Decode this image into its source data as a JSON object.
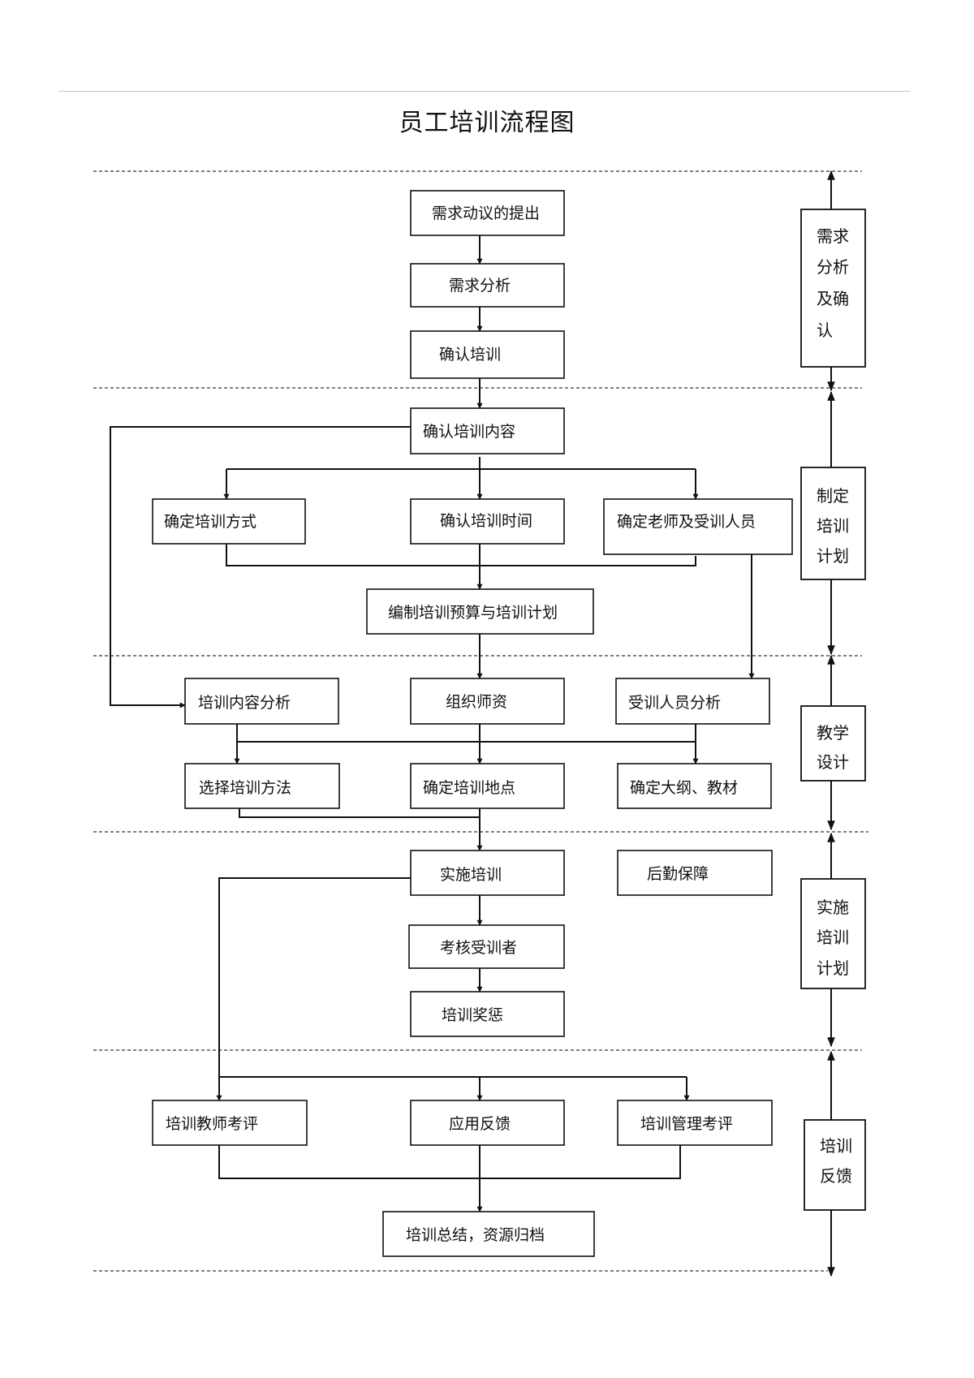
{
  "title": "员工培训流程图",
  "nodes": {
    "n1": "需求动议的提出",
    "n2": "需求分析",
    "n3": "确认培训",
    "n4": "确认培训内容",
    "n5": "确定培训方式",
    "n6": "确认培训时间",
    "n7": "确定老师及受训人员",
    "n8": "编制培训预算与培训计划",
    "n9": "培训内容分析",
    "n10": "组织师资",
    "n11": "受训人员分析",
    "n12": "选择培训方法",
    "n13": "确定培训地点",
    "n14": "确定大纲、教材",
    "n15": "实施培训",
    "n16": "后勤保障",
    "n17": "考核受训者",
    "n18": "培训奖惩",
    "n19": "培训教师考评",
    "n20": "应用反馈",
    "n21": "培训管理考评",
    "n22": "培训总结，资源归档"
  },
  "phases": {
    "p1": [
      "需求",
      "分析",
      "及确",
      "认"
    ],
    "p2": [
      "制定",
      "培训",
      "计划"
    ],
    "p3": [
      "教学",
      "设计"
    ],
    "p4": [
      "实施",
      "培训",
      "计划"
    ],
    "p5": [
      "培训",
      "反馈"
    ]
  }
}
